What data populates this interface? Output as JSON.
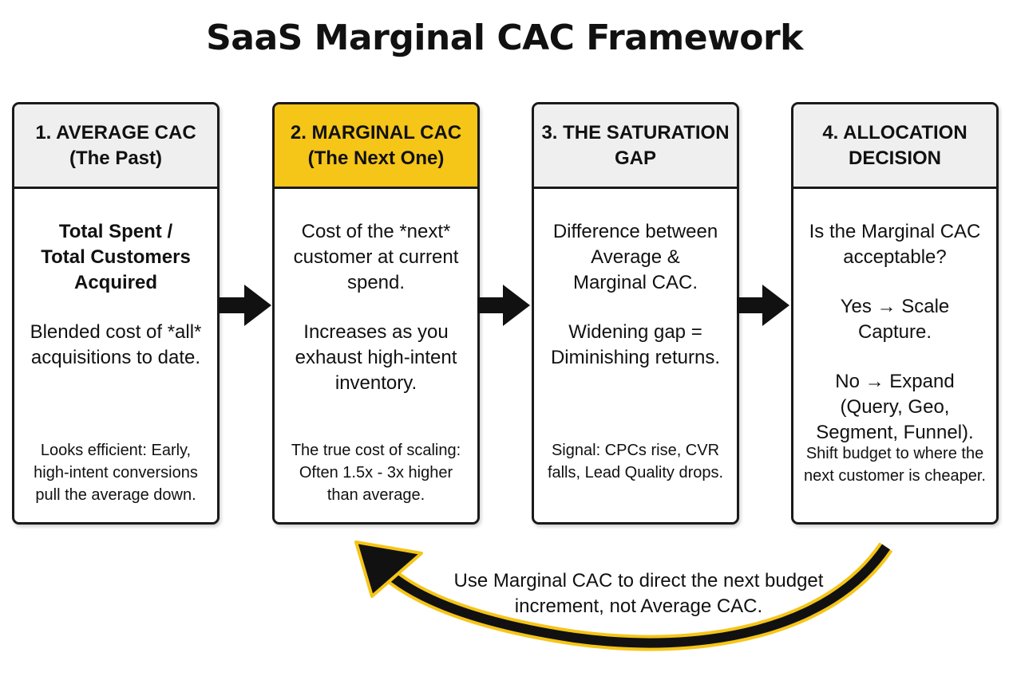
{
  "title": "SaaS Marginal CAC Framework",
  "cards": [
    {
      "head1": "1. AVERAGE CAC",
      "head2": "(The Past)",
      "main": [
        "Total Spent /",
        "Total Customers",
        "Acquired"
      ],
      "detail": [
        "Blended cost of *all*",
        "acquisitions to date."
      ],
      "footer": "Looks efficient: Early, high-intent conversions pull the average down."
    },
    {
      "head1": "2. MARGINAL CAC",
      "head2": "(The Next One)",
      "main": [
        "Cost of the *next*",
        "customer at current",
        "spend."
      ],
      "detail": [
        "Increases as you",
        "exhaust high-intent",
        "inventory."
      ],
      "footer": "The true cost of scaling: Often 1.5x - 3x higher than average."
    },
    {
      "head1": "3. THE SATURATION",
      "head2": "GAP",
      "main": [
        "Difference between",
        "Average &",
        "Marginal CAC."
      ],
      "detail": [
        "Widening gap =",
        "Diminishing returns."
      ],
      "footer": "Signal: CPCs rise, CVR falls, Lead Quality drops."
    },
    {
      "head1": "4. ALLOCATION",
      "head2": "DECISION",
      "main": [
        "Is the Marginal CAC",
        "acceptable?"
      ],
      "yes": "Yes → Scale Capture.",
      "no": [
        "No → Expand",
        "(Query, Geo,",
        "Segment, Funnel)."
      ],
      "footer": "Shift budget to where the next customer is cheaper."
    }
  ],
  "loop_note": [
    "Use Marginal CAC to direct the next budget",
    "increment, not Average CAC."
  ],
  "colors": {
    "accent": "#f5c518",
    "header_gray": "#efefef",
    "border": "#1a1a1a"
  }
}
